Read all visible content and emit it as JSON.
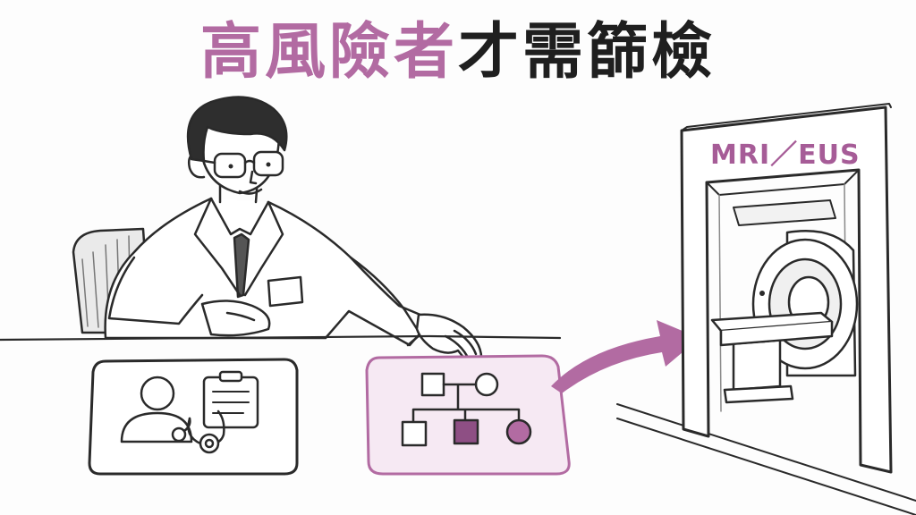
{
  "title": {
    "highlight": "高風險者",
    "rest": "才需篩檢"
  },
  "scanner": {
    "label": "MRI／EUS"
  },
  "colors": {
    "accent": "#b26ba2",
    "accent_dark": "#8e4f84",
    "accent_light": "#f6e9f3",
    "ink": "#2a2a2a",
    "title_dark": "#1f1f1f"
  },
  "icons": {
    "left_card": [
      "person-icon",
      "clipboard-icon",
      "stethoscope-icon"
    ],
    "right_card": [
      "family-tree-icon"
    ],
    "scanner": [
      "mri-scanner-icon"
    ]
  }
}
